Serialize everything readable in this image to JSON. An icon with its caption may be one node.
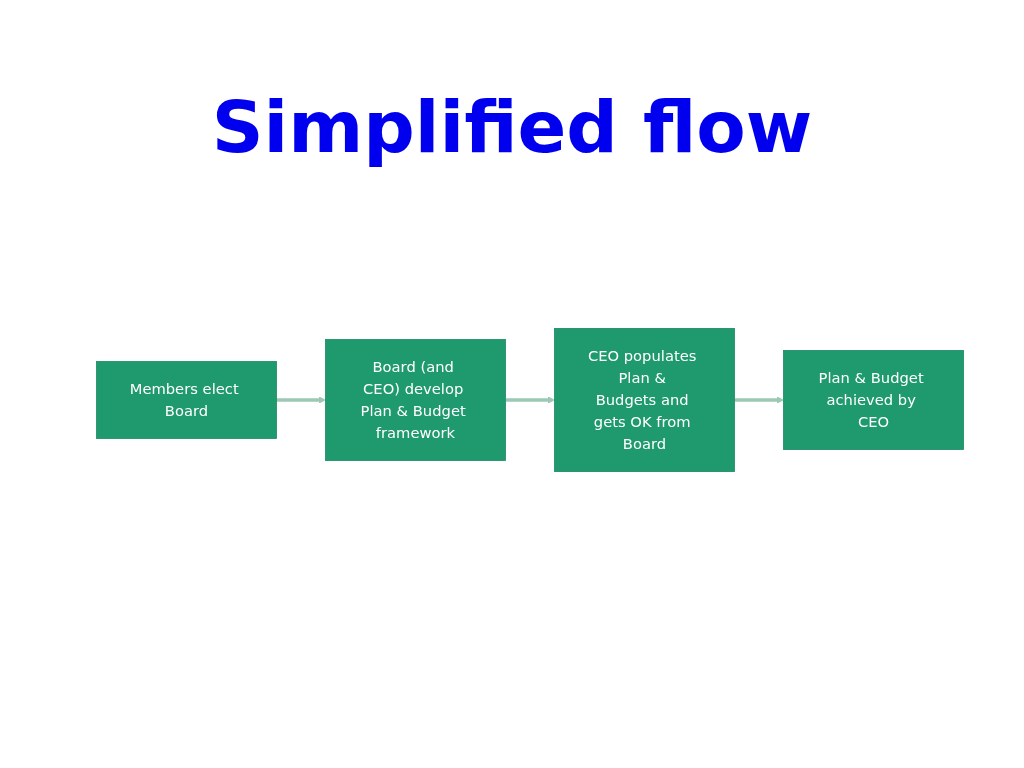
{
  "diagram": {
    "title": "Simplified flow",
    "nodes": [
      {
        "text": [
          "Members elect Board"
        ]
      },
      {
        "text": [
          "Board (and CEO) develop Plan & Budget framework"
        ]
      },
      {
        "text": [
          "CEO populates Plan & Budgets and gets OK from Board"
        ]
      },
      {
        "text": [
          "Plan & Budget achieved by CEO"
        ]
      }
    ],
    "edges": [
      {
        "from": 0,
        "to": 1,
        "arrow": "to"
      },
      {
        "from": 1,
        "to": 2,
        "arrow": "to"
      },
      {
        "from": 2,
        "to": 3,
        "arrow": "to"
      }
    ]
  }
}
